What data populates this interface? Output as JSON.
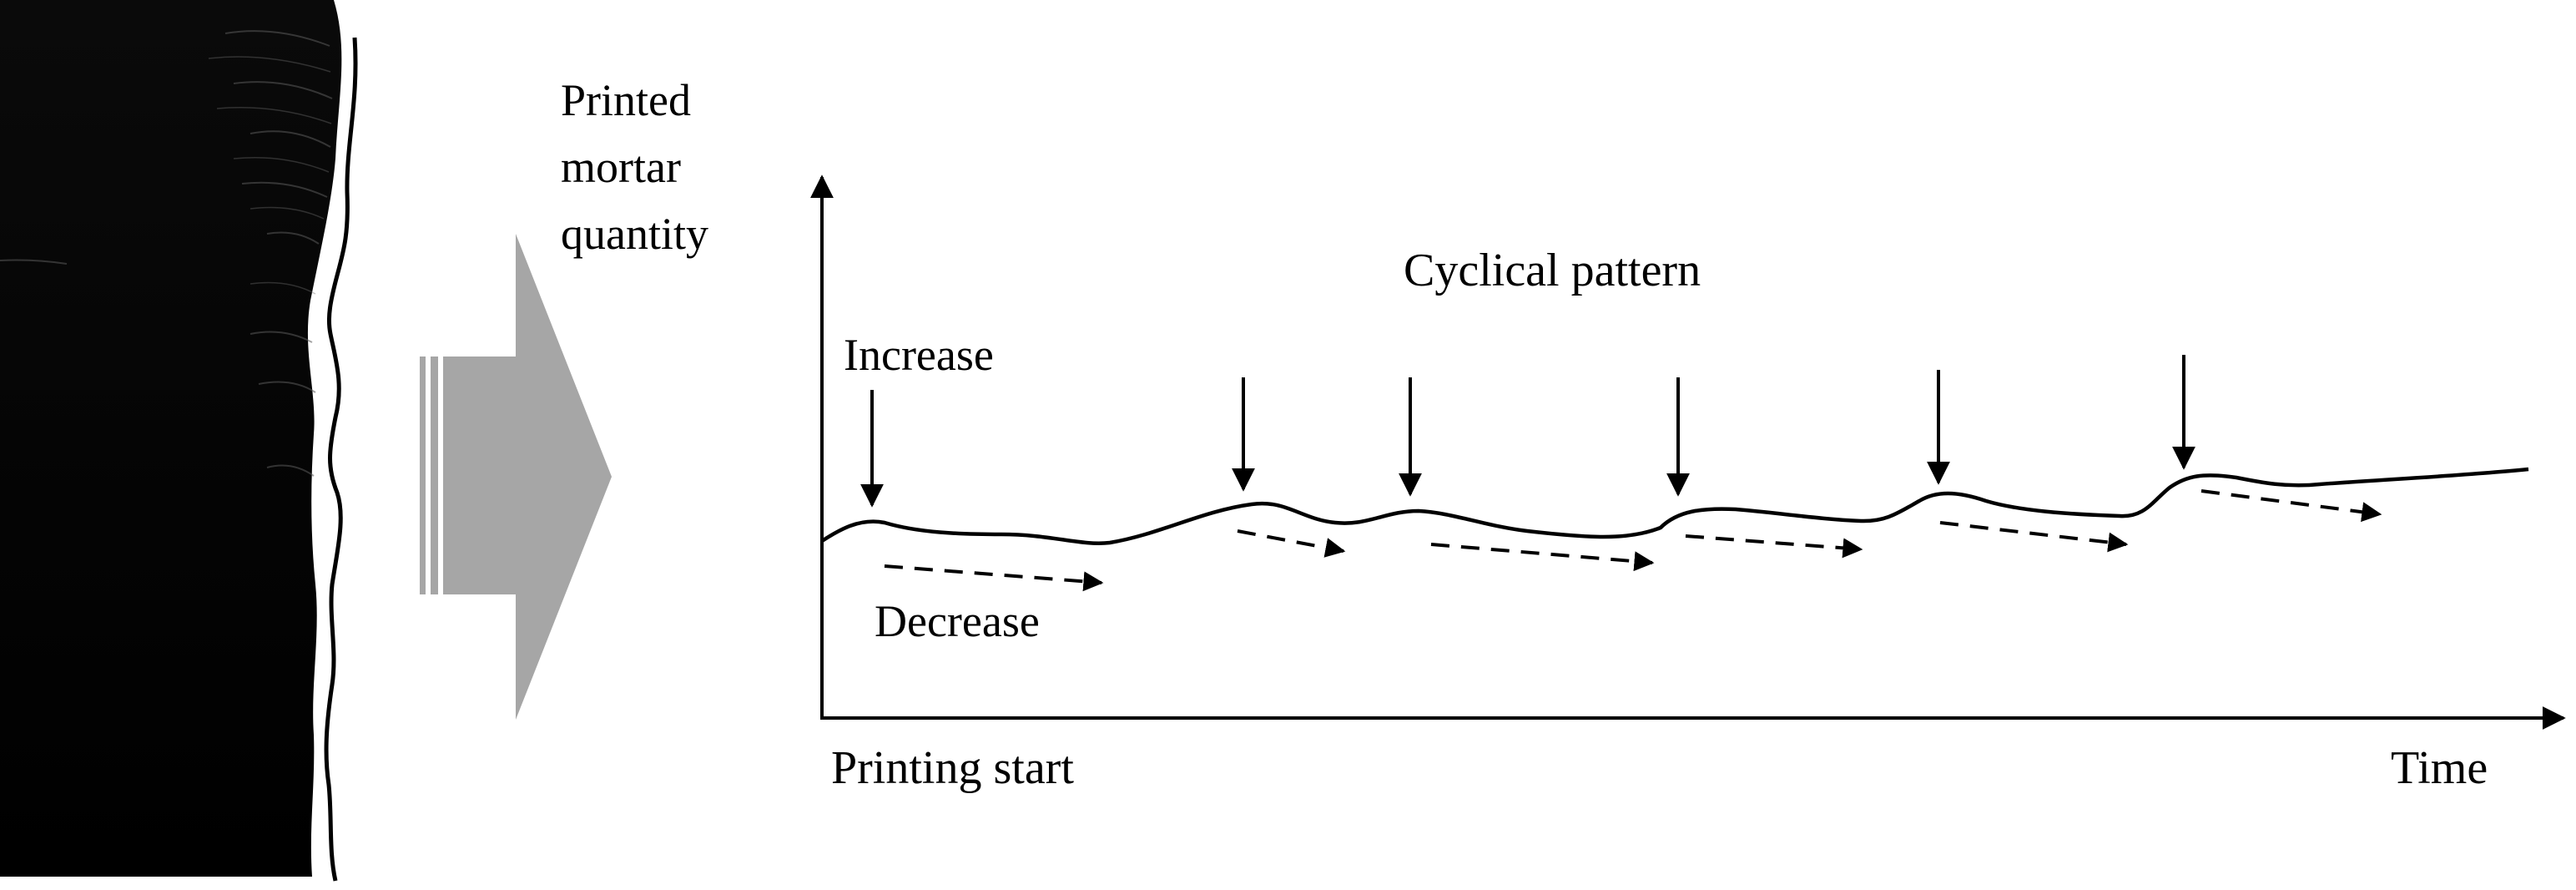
{
  "figure": {
    "y_axis_label_lines": [
      "Printed",
      "mortar",
      "quantity"
    ],
    "x_axis_start_label": "Printing start",
    "x_axis_end_label": "Time",
    "pattern_label": "Cyclical pattern",
    "increase_label": "Increase",
    "decrease_label": "Decrease"
  },
  "colors": {
    "photo_background": "#000000",
    "transition_arrow": "#a6a6a6",
    "axis": "#000000",
    "curve": "#000000"
  },
  "icons": {
    "transition": "right-arrow-icon",
    "increase_marker": "down-arrow-icon",
    "decrease_marker": "dashed-right-arrow-icon"
  }
}
